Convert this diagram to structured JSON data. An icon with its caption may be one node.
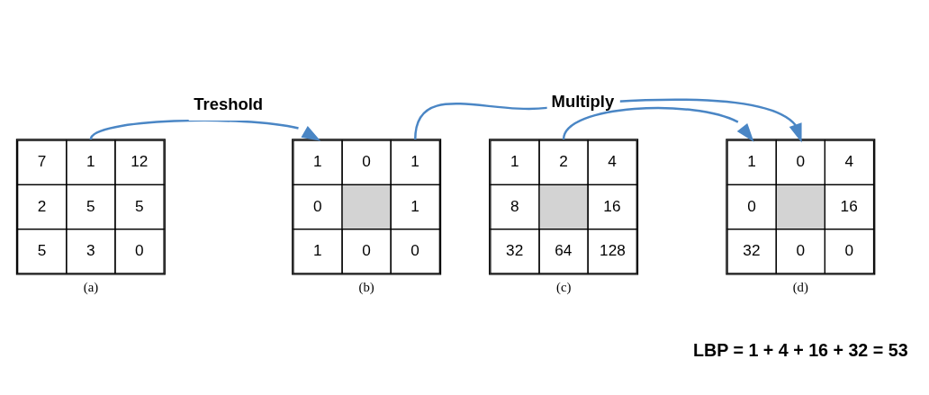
{
  "diagram": {
    "nodes": [
      {
        "text": [
          "7",
          "1",
          "12",
          "2",
          "5",
          "5",
          "5",
          "3",
          "0"
        ],
        "beside": [
          "(a)"
        ]
      },
      {
        "text": [
          "1",
          "0",
          "1",
          "0",
          "1",
          "1",
          "0",
          "0"
        ],
        "beside": [
          "(b)"
        ]
      },
      {
        "text": [
          "1",
          "2",
          "4",
          "8",
          "16",
          "32",
          "64",
          "128"
        ],
        "beside": [
          "(c)"
        ]
      },
      {
        "text": [
          "1",
          "0",
          "4",
          "0",
          "16",
          "32",
          "0",
          "0"
        ],
        "beside": [
          "(d)"
        ]
      }
    ],
    "edges": [
      {
        "from": 0,
        "to": 1,
        "arrow": "to",
        "label": "Treshold"
      },
      {
        "from": 1,
        "to": 3,
        "arrow": "to",
        "label": "Multiply"
      },
      {
        "from": 2,
        "to": 3,
        "arrow": "to"
      }
    ],
    "labels": [
      "LBP = 1 + 4 + 16 + 32 = 53"
    ]
  }
}
